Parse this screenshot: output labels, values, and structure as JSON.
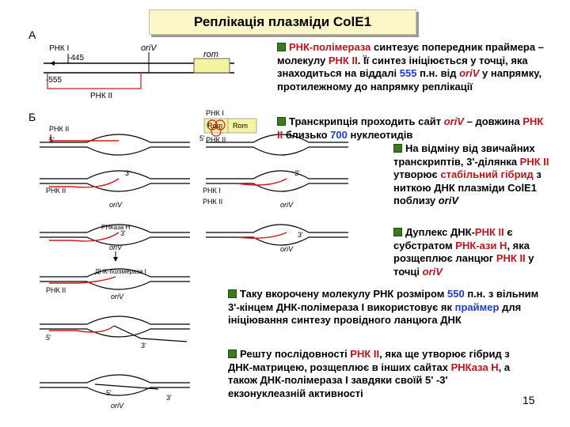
{
  "title": "Реплікація плазміди ColE1",
  "panels": {
    "a": "А",
    "b": "Б"
  },
  "map": {
    "rnk1": "РНК I",
    "m445": "-445",
    "m555": "-555",
    "oriv": "oriV",
    "rom": "rom",
    "rnk2": "РНК II"
  },
  "diagram": {
    "rnk1": "РНК I",
    "rnk2": "РНК II",
    "rom": "Rom",
    "p5": "5'",
    "p3": "3'",
    "oriv": "oriV",
    "rnkase": "РНКаза Н",
    "dnapol": "ДНК-полімераза I"
  },
  "paragraphs": {
    "p1": {
      "a": "РНК-полімераза",
      "b": " синтезує попередник праймера – молекулу ",
      "c": "РНК II",
      "d": ". Її синтез ініціюється у точці, яка знаходиться на віддалі ",
      "e": "555",
      "f": " п.н. від ",
      "g": "oriV",
      "h": " у напрямку, протилежному до напрямку реплікації"
    },
    "p2": {
      "a": "Транскрипція проходить сайт ",
      "b": "oriV",
      "c": " – довжина ",
      "d": "РНК II",
      "e": " близько ",
      "f": "700",
      "g": " нуклеотидів"
    },
    "p3": {
      "a": "На відміну від звичайних транскриптів, 3'-ділянка ",
      "b": "РНК II",
      "c": " утворює ",
      "d": "стабільний гібрид",
      "e": " з ниткою ДНК плазміди ColE1 поблизу ",
      "f": "oriV"
    },
    "p4": {
      "a": "Дуплекс ДНК-",
      "b": "РНК II",
      "c": " є субстратом ",
      "d": "РНК-ази Н",
      "e": ", яка розщеплює ланцюг ",
      "f": "РНК II",
      "g": " у точці ",
      "h": "oriV"
    },
    "p5": {
      "a": "Таку вкорочену молекулу РНК розміром ",
      "b": "550",
      "c": " п.н. з вільним 3'-кінцем ДНК-полімераза I використовує як ",
      "d": "праймер",
      "e": " для ініціювання синтезу провідного ланцюга ДНК"
    },
    "p6": {
      "a": "Решту послідовності ",
      "b": "РНК II",
      "c": ", яка ще утворює гібрид з ДНК-матрицею, розщеплює в інших сайтах ",
      "d": "РНКаза Н",
      "e": ", а також ДНК-полімераза I завдяки своїй 5' -3' екзонуклеазній активності"
    }
  },
  "page_number": "15",
  "colors": {
    "rna": "#d01919",
    "rom_box": "#f3f3a0",
    "dna": "#000000",
    "bullet": "#3b7a1e"
  }
}
